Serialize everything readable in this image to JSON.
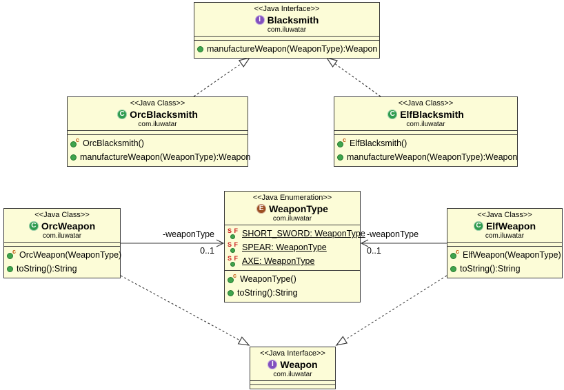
{
  "colors": {
    "box-fill": "#fcfcd7",
    "box-border": "#3a3a3a",
    "line": "#3a3a3a",
    "icon-interface": "#8250be",
    "icon-class": "#2e9b4e",
    "icon-enum": "#9c4f21",
    "dot-method": "#3fa44d",
    "dot-method-edge": "#267a2e",
    "ctor-letter": "#c05a11",
    "static-letter": "#cc2020",
    "label-text": "#000000"
  },
  "classes": {
    "blacksmith": {
      "stereotype": "<<Java Interface>>",
      "icon_letter": "I",
      "name": "Blacksmith",
      "package": "com.iluwatar",
      "methods": [
        "manufactureWeapon(WeaponType):Weapon"
      ]
    },
    "orc_blacksmith": {
      "stereotype": "<<Java Class>>",
      "icon_letter": "C",
      "name": "OrcBlacksmith",
      "package": "com.iluwatar",
      "constructor": "OrcBlacksmith()",
      "methods": [
        "manufactureWeapon(WeaponType):Weapon"
      ]
    },
    "elf_blacksmith": {
      "stereotype": "<<Java Class>>",
      "icon_letter": "C",
      "name": "ElfBlacksmith",
      "package": "com.iluwatar",
      "constructor": "ElfBlacksmith()",
      "methods": [
        "manufactureWeapon(WeaponType):Weapon"
      ]
    },
    "weapon_type": {
      "stereotype": "<<Java Enumeration>>",
      "icon_letter": "E",
      "name": "WeaponType",
      "package": "com.iluwatar",
      "fields": [
        "SHORT_SWORD: WeaponType",
        "SPEAR: WeaponType",
        "AXE: WeaponType"
      ],
      "constructor": "WeaponType()",
      "methods": [
        "toString():String"
      ]
    },
    "orc_weapon": {
      "stereotype": "<<Java Class>>",
      "icon_letter": "C",
      "name": "OrcWeapon",
      "package": "com.iluwatar",
      "constructor": "OrcWeapon(WeaponType)",
      "methods": [
        "toString():String"
      ]
    },
    "elf_weapon": {
      "stereotype": "<<Java Class>>",
      "icon_letter": "C",
      "name": "ElfWeapon",
      "package": "com.iluwatar",
      "constructor": "ElfWeapon(WeaponType)",
      "methods": [
        "toString():String"
      ]
    },
    "weapon": {
      "stereotype": "<<Java Interface>>",
      "icon_letter": "I",
      "name": "Weapon",
      "package": "com.iluwatar"
    }
  },
  "associations": {
    "orc_weapon_type": {
      "role": "-weaponType",
      "multiplicity": "0..1"
    },
    "elf_weapon_type": {
      "role": "-weaponType",
      "multiplicity": "0..1"
    }
  }
}
